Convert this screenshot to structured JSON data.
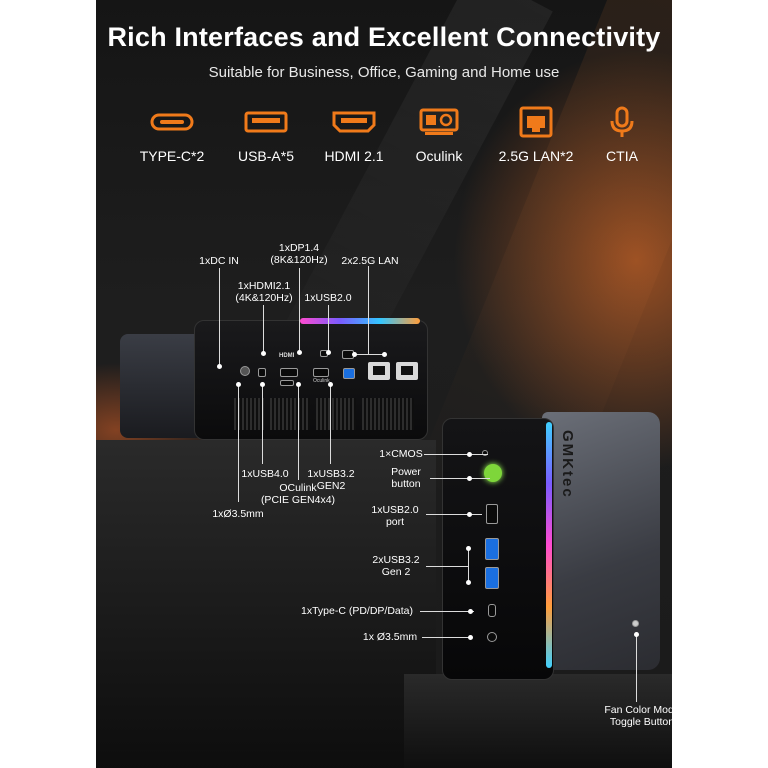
{
  "header": {
    "title": "Rich Interfaces and Excellent Connectivity",
    "subtitle": "Suitable for Business, Office, Gaming and Home use"
  },
  "accent_color": "#f07a1a",
  "features": [
    {
      "icon": "usb-c-icon",
      "label": "TYPE-C*2"
    },
    {
      "icon": "usb-a-icon",
      "label": "USB-A*5"
    },
    {
      "icon": "hdmi-icon",
      "label": "HDMI 2.1"
    },
    {
      "icon": "oculink-icon",
      "label": "Oculink"
    },
    {
      "icon": "lan-icon",
      "label": "2.5G LAN*2"
    },
    {
      "icon": "microphone-icon",
      "label": "CTIA"
    }
  ],
  "rear_ports": {
    "dc_in": "1xDC IN",
    "hdmi": "1xHDMI2.1\n(4K&120Hz)",
    "dp": "1xDP1.4\n(8K&120Hz)",
    "usb20": "1xUSB2.0",
    "lan": "2x2.5G LAN",
    "usb40": "1xUSB4.0",
    "usb32": "1xUSB3.2\nGEN2",
    "audio": "1xØ3.5mm",
    "oculink": "OCulink\n(PCIE GEN4x4)",
    "hdmi_print": "HDMI",
    "oculink_print": "Oculink"
  },
  "front_ports": {
    "cmos": "1×CMOS",
    "power": "Power\nbutton",
    "usb20": "1xUSB2.0\nport",
    "usb32": "2xUSB3.2\nGen 2",
    "typec": "1xType-C (PD/DP/Data)",
    "audio": "1x Ø3.5mm",
    "fan": "Fan Color Mode\nToggle Button"
  },
  "brand": "GMKtec"
}
